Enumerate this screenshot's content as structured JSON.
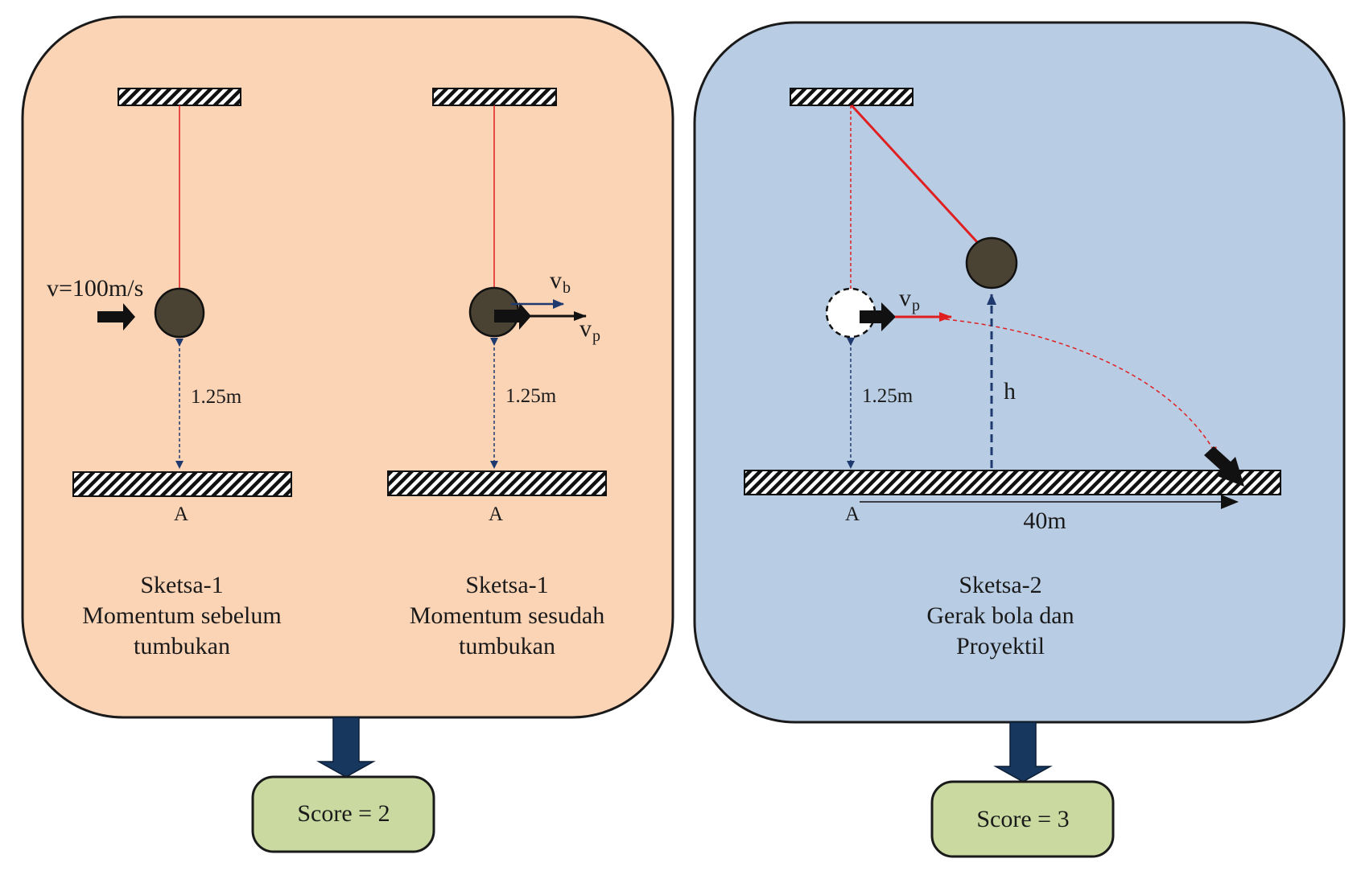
{
  "colors": {
    "panel_left": "#fbd3b5",
    "panel_right": "#b8cce4",
    "score_box": "#c9d9a0",
    "arrow_navy": "#17375e",
    "string_red": "#e02020",
    "ball": "#4a4232",
    "dim_line": "#1f3a6e"
  },
  "panels": [
    {
      "sketches": [
        {
          "velocity_label": "v=100m/s",
          "height_label": "1.25m",
          "point_label": "A",
          "caption": [
            "Sketsa-1",
            "Momentum sebelum",
            "tumbukan"
          ]
        },
        {
          "vb_main": "v",
          "vb_sub": "b",
          "vp_main": "v",
          "vp_sub": "p",
          "height_label": "1.25m",
          "point_label": "A",
          "caption": [
            "Sketsa-1",
            "Momentum sesudah",
            "tumbukan"
          ]
        }
      ],
      "score": "Score = 2"
    },
    {
      "sketches": [
        {
          "vp_main": "v",
          "vp_sub": "p",
          "height_label": "1.25m",
          "h_label": "h",
          "point_label": "A",
          "distance_label": "40m",
          "caption": [
            "Sketsa-2",
            "Gerak bola dan",
            "Proyektil"
          ]
        }
      ],
      "score": "Score = 3"
    }
  ]
}
